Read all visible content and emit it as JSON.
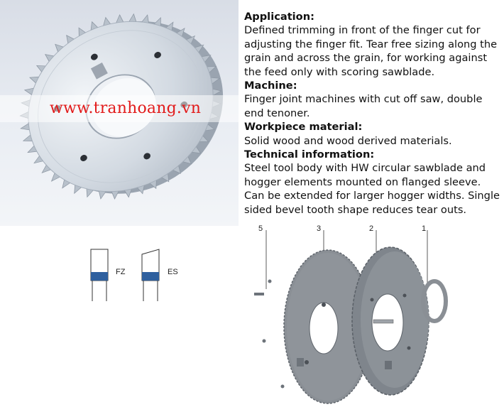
{
  "watermark": "www.tranhoang.vn",
  "description": {
    "application": {
      "heading": "Application:",
      "body": "Defined trimming in front of the finger cut for adjusting the finger fit. Tear free sizing along the grain and across the grain, for working against the feed only with scoring sawblade."
    },
    "machine": {
      "heading": "Machine:",
      "body": "Finger joint machines with cut off saw, double end tenoner."
    },
    "workpiece": {
      "heading": "Workpiece material:",
      "body": "Solid wood and wood derived materials."
    },
    "technical": {
      "heading": "Technical information:",
      "body": "Steel tool body with HW circular sawblade and hogger elements mounted on flanged sleeve. Can be extended for larger hogger widths. Single sided bevel tooth shape reduces tear outs."
    }
  },
  "profiles": {
    "fz": "FZ",
    "es": "ES"
  },
  "parts": {
    "p5": "5",
    "p3": "3",
    "p2": "2",
    "p1": "1"
  },
  "colors": {
    "watermark": "#e21b1b",
    "blade": "#c9d2dc",
    "exploded": "#8a8f95"
  }
}
